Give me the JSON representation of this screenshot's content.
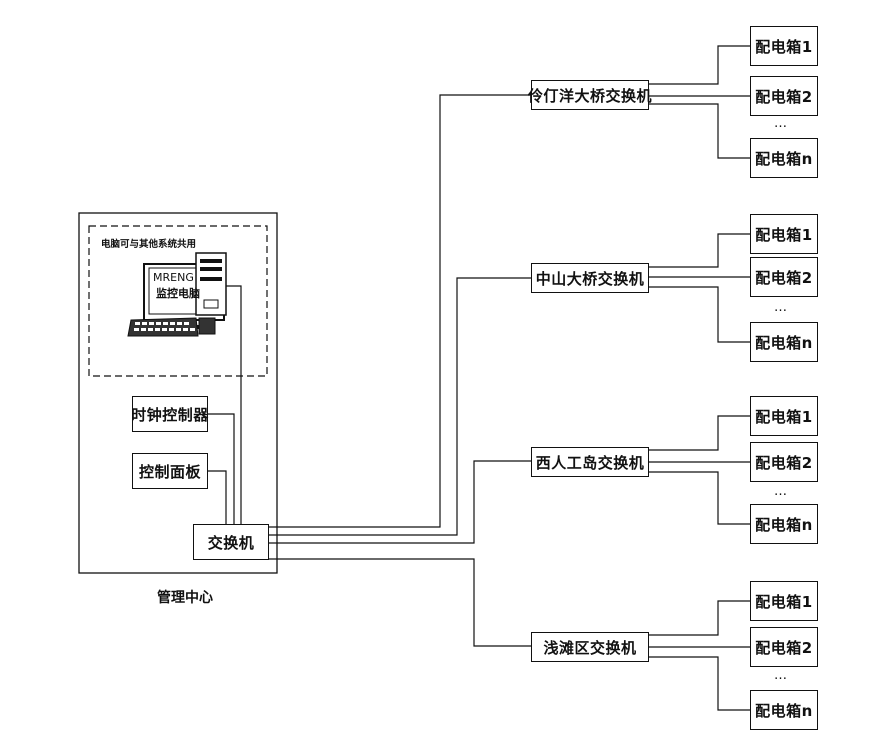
{
  "center": {
    "title": "管理中心",
    "dashed_label": "电脑可与其他系统共用",
    "monitor_line1": "MRENG",
    "monitor_line2": "监控电脑",
    "clock_controller": "时钟控制器",
    "control_panel": "控制面板",
    "main_switch": "交换机"
  },
  "switches": [
    {
      "label": "伶仃洋大桥交换机",
      "boxes": [
        "配电箱1",
        "配电箱2",
        "配电箱n"
      ],
      "ellipsis": "…"
    },
    {
      "label": "中山大桥交换机",
      "boxes": [
        "配电箱1",
        "配电箱2",
        "配电箱n"
      ],
      "ellipsis": "…"
    },
    {
      "label": "西人工岛交换机",
      "boxes": [
        "配电箱1",
        "配电箱2",
        "配电箱n"
      ],
      "ellipsis": "…"
    },
    {
      "label": "浅滩区交换机",
      "boxes": [
        "配电箱1",
        "配电箱2",
        "配电箱n"
      ],
      "ellipsis": "…"
    }
  ]
}
